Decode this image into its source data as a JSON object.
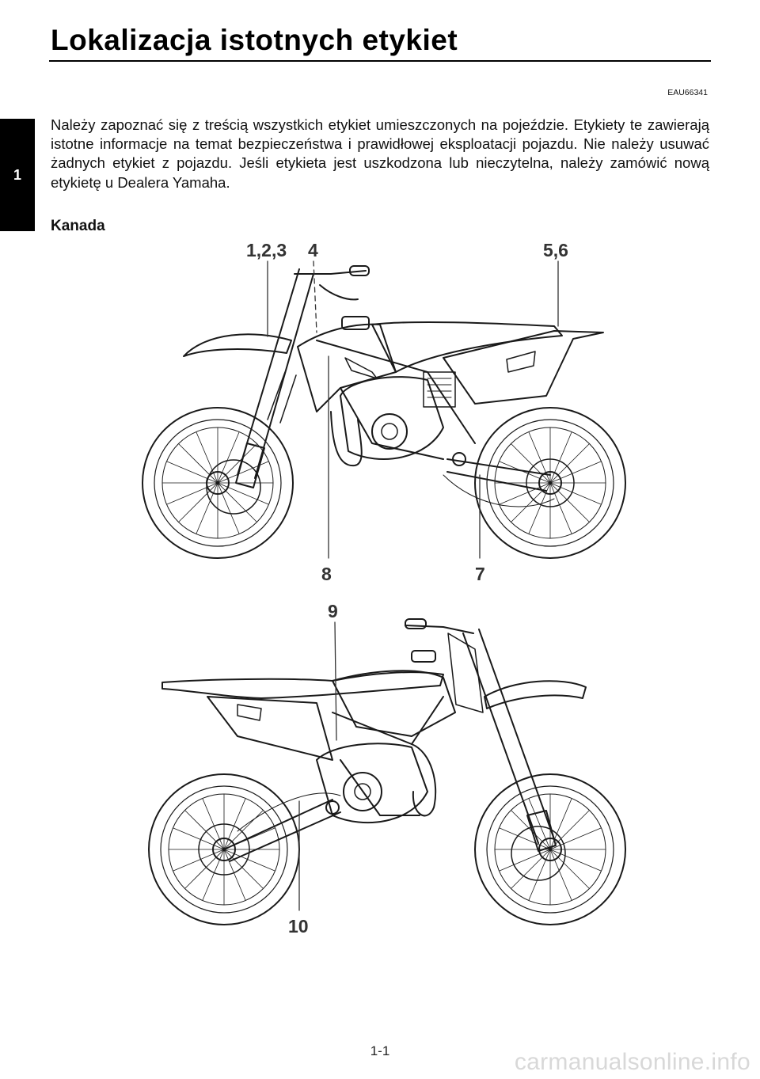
{
  "page": {
    "title": "Lokalizacja istotnych etykiet",
    "doc_code": "EAU66341",
    "chapter_tab": "1",
    "intro": "Należy zapoznać się z treścią wszystkich etykiet umieszczonych na pojeździe. Etykiety te zawierają istotne informacje na temat bezpieczeństwa i prawidłowej eksploatacji pojazdu. Nie należy usuwać żadnych etykiet z pojazdu. Jeśli etykieta jest uszkodzona lub nieczytelna, należy zamówić nową etykietę u Dealera Yamaha.",
    "region_heading": "Kanada",
    "page_number": "1-1",
    "watermark": "carmanualsonline.info"
  },
  "figure_top": {
    "callouts": [
      "1,2,3",
      "4",
      "5,6",
      "8",
      "7"
    ]
  },
  "figure_bottom": {
    "callouts": [
      "9",
      "10"
    ]
  }
}
